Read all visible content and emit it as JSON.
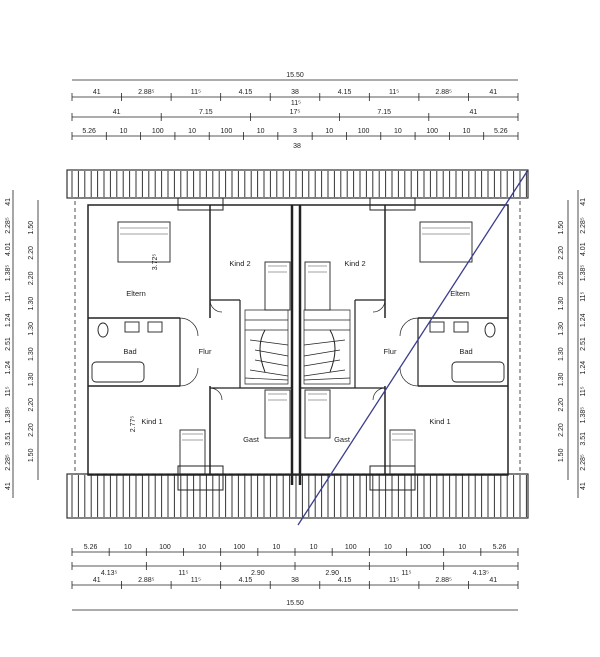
{
  "dimensions": {
    "top": {
      "overall": "15.50",
      "row2": [
        "41",
        "2.88⁵",
        "11⁵",
        "4.15",
        "38",
        "4.15",
        "11⁵",
        "2.88⁵",
        "41"
      ],
      "row3": [
        "41",
        "7.15",
        "17⁵",
        "7.15",
        "41"
      ],
      "row3_small": "11⁵",
      "row4": [
        "5.26",
        "10",
        "100",
        "10",
        "100",
        "10",
        "3",
        "10",
        "100",
        "10",
        "100",
        "10",
        "5.26"
      ],
      "row4_center": "38"
    },
    "bottom": {
      "row1": [
        "5.26",
        "10",
        "100",
        "10",
        "100",
        "10",
        "10",
        "100",
        "10",
        "100",
        "10",
        "5.26"
      ],
      "row2": [
        "4.13⁵",
        "11⁵",
        "2.90",
        "2.90",
        "11⁵",
        "4.13⁵"
      ],
      "row3": [
        "41",
        "2.88⁵",
        "11⁵",
        "4.15",
        "38",
        "4.15",
        "11⁵",
        "2.88⁵",
        "41"
      ],
      "overall": "15.50"
    },
    "side": [
      "41",
      "2.28⁵",
      "4.01",
      "1.38⁵",
      "11⁵",
      "1.24",
      "2.51",
      "1.24",
      "11⁵",
      "1.38⁵",
      "3.51",
      "2.28⁵",
      "41"
    ],
    "inner_side": [
      "1.50",
      "2.20",
      "2.20",
      "1.30",
      "1.30",
      "1.30",
      "1.30",
      "2.20",
      "2.20",
      "1.50"
    ],
    "room_dims": [
      "3.72⁵",
      "2.77⁵"
    ]
  },
  "rooms": {
    "eltern": "Eltern",
    "kind2": "Kind 2",
    "kind1": "Kind 1",
    "bad": "Bad",
    "flur": "Flur",
    "gast": "Gast"
  },
  "colors": {
    "line": "#222222",
    "diagonal": "#3a3d8f",
    "roof": "#333333"
  }
}
